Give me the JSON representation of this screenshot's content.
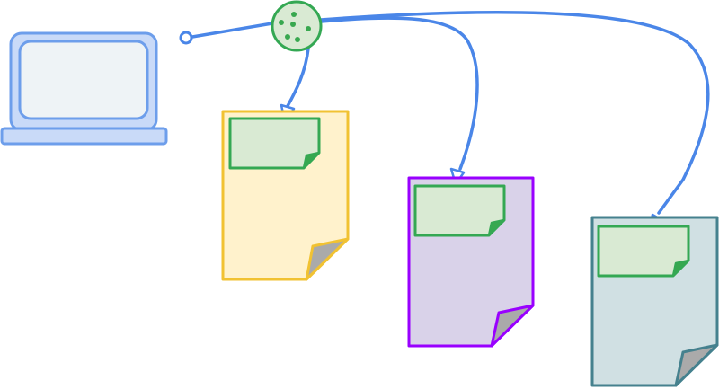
{
  "diagram": {
    "nodes": [
      {
        "id": "laptop",
        "kind": "laptop",
        "icon": "laptop-icon"
      },
      {
        "id": "cookie",
        "kind": "cookie",
        "icon": "cookie-icon"
      },
      {
        "id": "doc-1",
        "kind": "document",
        "icon": "document-icon"
      },
      {
        "id": "doc-2",
        "kind": "document",
        "icon": "document-icon"
      },
      {
        "id": "doc-3",
        "kind": "document",
        "icon": "document-icon"
      }
    ],
    "edges": [
      {
        "from": "laptop",
        "to": "cookie"
      },
      {
        "from": "cookie",
        "to": "doc-1"
      },
      {
        "from": "cookie",
        "to": "doc-2"
      },
      {
        "from": "cookie",
        "to": "doc-3"
      }
    ]
  },
  "colors": {
    "connector": "#4a86e8",
    "laptop_stroke": "#6d9eeb",
    "laptop_fill": "#c9daf8",
    "laptop_screen": "#eef3f6",
    "cookie_stroke": "#34a853",
    "cookie_fill": "#d9ead3",
    "cookie_dots": "#38a84f",
    "note_stroke": "#34a853",
    "note_fill": "#d9ead3",
    "doc_1_stroke": "#f1c232",
    "doc_1_fill": "#fff2cc",
    "doc_2_stroke": "#9900ff",
    "doc_2_fill": "#d9d2e9",
    "doc_3_stroke": "#45818e",
    "doc_3_fill": "#d0e0e3",
    "fold_fill": "#aaaaaa"
  }
}
